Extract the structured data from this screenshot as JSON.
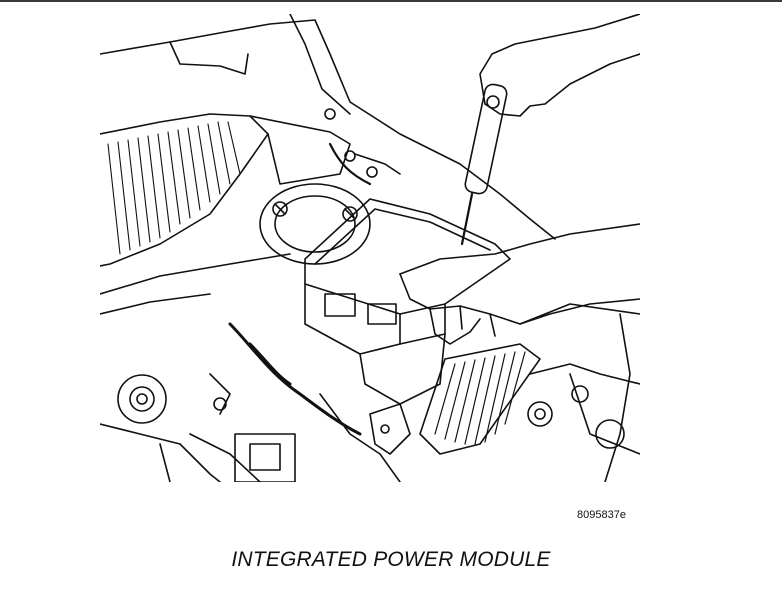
{
  "figure": {
    "id": "8095837e",
    "caption": "INTEGRATED POWER MODULE",
    "illustration_icon": "engine-bay-line-drawing",
    "line_color": "#111111",
    "background_color": "#ffffff"
  }
}
